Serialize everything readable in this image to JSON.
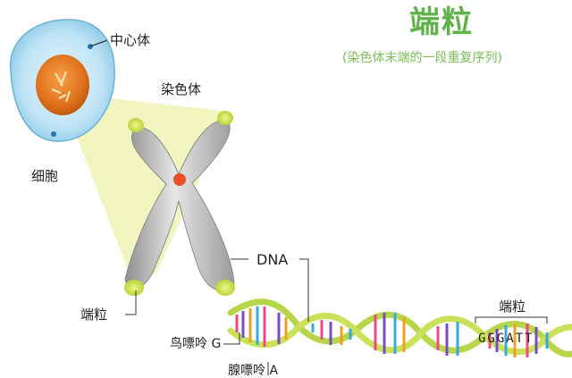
{
  "title": "端粒",
  "subtitle": "(染色体末端的一段重复序列)",
  "labels": {
    "centrosome": "中心体",
    "chromosome": "染色体",
    "cell": "细胞",
    "dna": "DNA",
    "telomere_left": "端粒",
    "telomere_right": "端粒",
    "purine_g": "鸟嘌呤 G",
    "cut_label": "腺嘌呤 A"
  },
  "sequence": "GGGATT",
  "colors": {
    "title": "#5fb34a",
    "telomere_tip": "#c8e04a",
    "helix_backbone": "#b7d64a",
    "cell_nucleus": "#e2731c",
    "chromosome_centromere": "#e8502a"
  }
}
